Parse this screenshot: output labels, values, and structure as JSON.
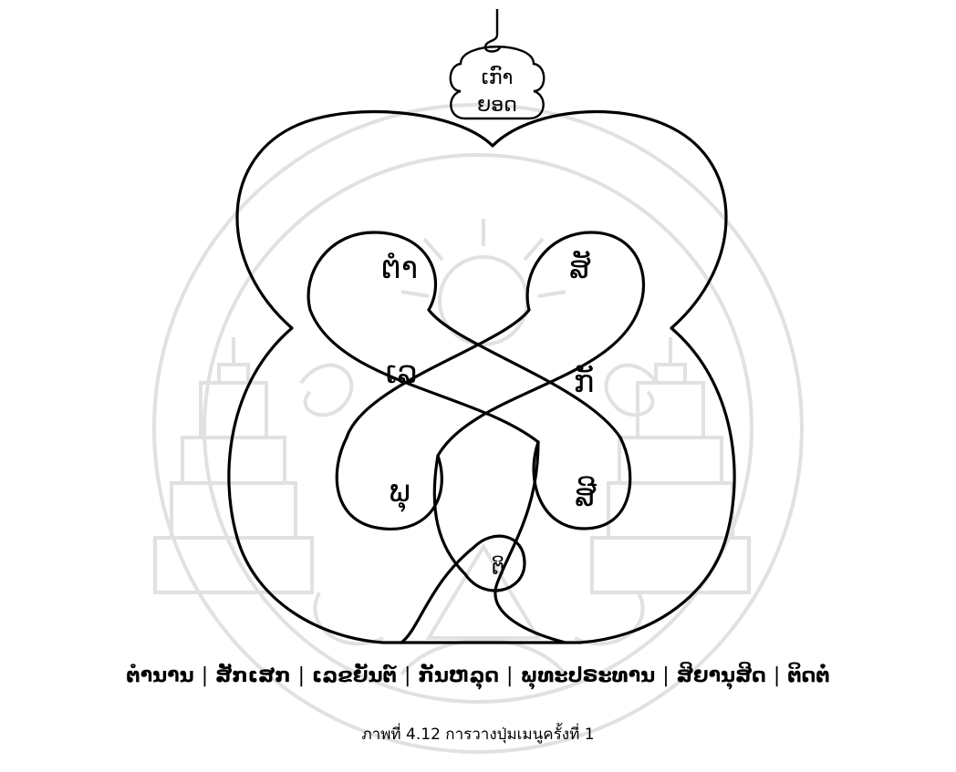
{
  "figure": {
    "crown_lines": [
      "ເກົາ",
      "ຍອດ"
    ],
    "loops": [
      {
        "id": "top-left",
        "label": "ຕຳ"
      },
      {
        "id": "top-right",
        "label": "ສັ"
      },
      {
        "id": "middle-left",
        "label": "ເລ"
      },
      {
        "id": "middle-right",
        "label": "ກັ"
      },
      {
        "id": "bottom-left",
        "label": "ພຸ"
      },
      {
        "id": "bottom-right",
        "label": "ສີ"
      },
      {
        "id": "bottom-center",
        "label": "ຕິ"
      }
    ]
  },
  "menu": {
    "items": [
      "ຕຳນານ",
      "ສັກເສກ",
      "ເລຂຍັນຕ໌",
      "ກັນຫລຸດ",
      "ພຸທະປຣະທານ",
      "ສິຍານຸສິດ",
      "ຕິດຕໍ່"
    ],
    "separator": "|"
  },
  "caption": "ภาพที่ 4.12 การวางปุ่มเมนูครั้งที่ 1"
}
